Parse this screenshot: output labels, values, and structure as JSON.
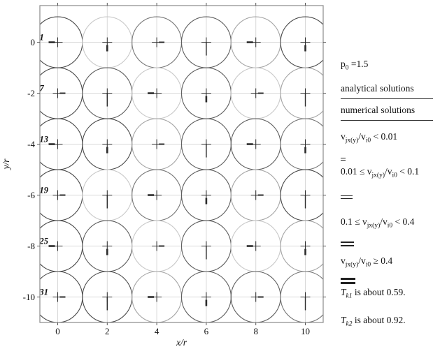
{
  "legend": {
    "p0": {
      "pre": "p",
      "sub": "0",
      "post": " =1.5"
    },
    "analytical": "analytical solutions",
    "numerical": "numerical solutions",
    "v_entries": [
      {
        "pre": "v",
        "sub1": "jx(y)",
        "mid": "/v",
        "sub2": "i0",
        "post": " < 0.01"
      },
      {
        "pre": "0.01 ≤ v",
        "sub1": "jx(y)",
        "mid": "/v",
        "sub2": "i0",
        "post": " < 0.1"
      },
      {
        "pre": "0.1 ≤ v",
        "sub1": "jx(y)",
        "mid": "/v",
        "sub2": "i0",
        "post": " < 0.4"
      },
      {
        "pre": "v",
        "sub1": "jx(y)",
        "mid": "/v",
        "sub2": "i0",
        "post": " ≥ 0.4"
      }
    ],
    "tk1": {
      "pre": "T",
      "sub": "k1",
      "post": " is about 0.59."
    },
    "tk2": {
      "pre": "T",
      "sub": "k2",
      "post": " is about 0.92."
    }
  },
  "chart_data": {
    "type": "scatter",
    "title": "",
    "xlabel": "x/r",
    "ylabel": "y/r",
    "x_ticks": [
      0,
      2,
      4,
      6,
      8,
      10
    ],
    "y_ticks": [
      0,
      -2,
      -4,
      -6,
      -8,
      -10
    ],
    "plot_xlim": [
      -0.72,
      10.72
    ],
    "plot_ylim": [
      -11.0,
      1.44
    ],
    "grid": true,
    "circle_radius": 1,
    "circle_centers_x": [
      0,
      2,
      4,
      6,
      8,
      10
    ],
    "circle_centers_y": [
      0,
      -2,
      -4,
      -6,
      -8,
      -10
    ],
    "circle_labels": [
      {
        "label": "1",
        "x": 0,
        "y": 0
      },
      {
        "label": "7",
        "x": 0,
        "y": -2
      },
      {
        "label": "13",
        "x": 0,
        "y": -4
      },
      {
        "label": "19",
        "x": 0,
        "y": -6
      },
      {
        "label": "25",
        "x": 0,
        "y": -8
      },
      {
        "label": "31",
        "x": 0,
        "y": -10
      }
    ],
    "legend_entries": [
      "p0 =1.5",
      "analytical solutions",
      "numerical solutions",
      "v_jx(y)/v_i0 < 0.01",
      "0.01 ≤ v_jx(y)/v_i0 < 0.1",
      "0.1 ≤ v_jx(y)/v_i0 < 0.4",
      "v_jx(y)/v_i0 ≥ 0.4",
      "T_k1 is about 0.59.",
      "T_k2 is about 0.92."
    ],
    "colors": {
      "grid": "#d8d8d8",
      "border": "#8a8a8a",
      "marker": "#2b2b2b",
      "circle_strokes": [
        "#4a4a4a",
        "#777777",
        "#a5a5a5",
        "#c9c9c9",
        "#5e5e5e"
      ]
    }
  }
}
